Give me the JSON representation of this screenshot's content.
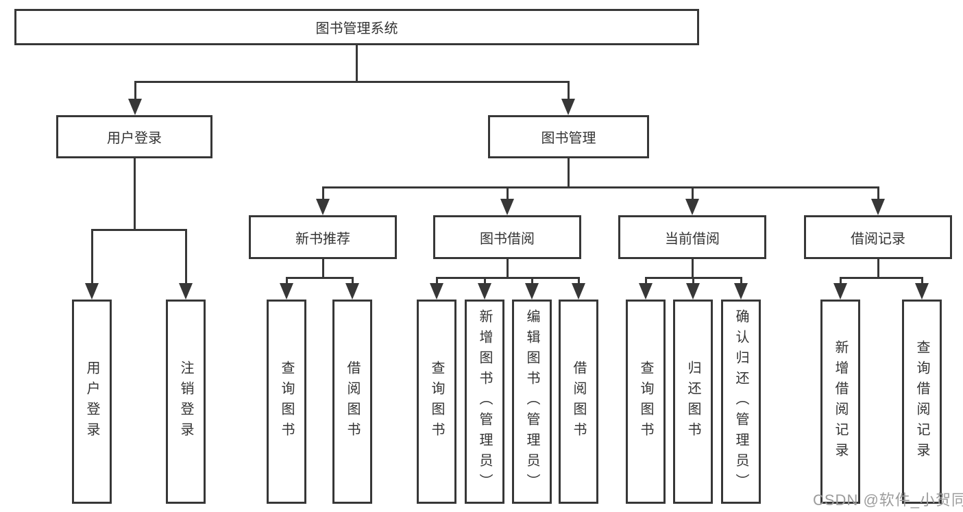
{
  "diagram": {
    "type": "hierarchy-tree",
    "colors": {
      "line": "#373737",
      "box_border": "#373737",
      "text": "#333333",
      "background": "#ffffff",
      "watermark": "#9c9c9c"
    }
  },
  "watermark": {
    "text": "CSDN @软件_小贺同学"
  },
  "tree": {
    "label": "图书管理系统",
    "children": [
      {
        "label": "用户登录",
        "children": [
          {
            "label": "用户登录"
          },
          {
            "label": "注销登录"
          }
        ]
      },
      {
        "label": "图书管理",
        "children": [
          {
            "label": "新书推荐",
            "children": [
              {
                "label": "查询图书"
              },
              {
                "label": "借阅图书"
              }
            ]
          },
          {
            "label": "图书借阅",
            "children": [
              {
                "label": "查询图书"
              },
              {
                "label": "新增图书（管理员）"
              },
              {
                "label": "编辑图书（管理员）"
              },
              {
                "label": "借阅图书"
              }
            ]
          },
          {
            "label": "当前借阅",
            "children": [
              {
                "label": "查询图书"
              },
              {
                "label": "归还图书"
              },
              {
                "label": "确认归还（管理员）"
              }
            ]
          },
          {
            "label": "借阅记录",
            "children": [
              {
                "label": "新增借阅记录"
              },
              {
                "label": "查询借阅记录"
              }
            ]
          }
        ]
      }
    ]
  }
}
